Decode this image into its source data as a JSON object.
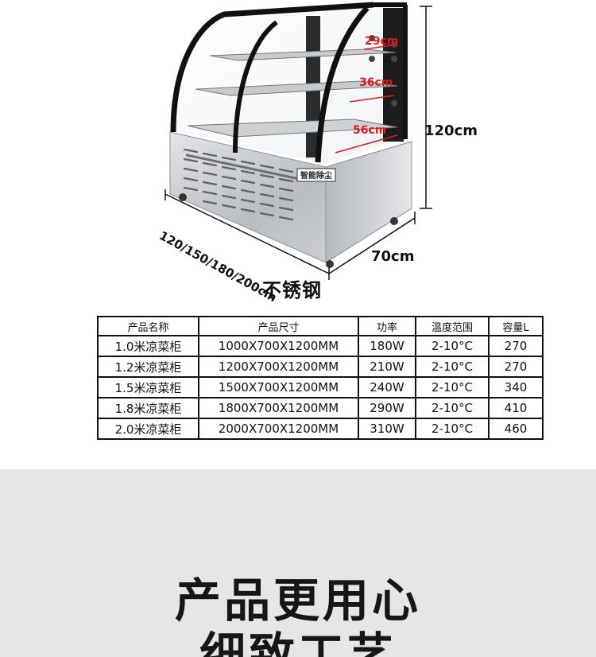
{
  "diagram": {
    "shelf_depths": [
      "29cm",
      "36cm",
      "56cm"
    ],
    "height_label": "120cm",
    "depth_label": "70cm",
    "width_label": "120/150/180/200cm",
    "badge_text": "智能除尘",
    "material_label": "不锈钢",
    "colors": {
      "dimension_red": "#e21b1b",
      "frame_black": "#111111",
      "steel": "#c9cccf"
    }
  },
  "spec_table": {
    "headers": [
      "产品名称",
      "产品尺寸",
      "功率",
      "温度范围",
      "容量L"
    ],
    "rows": [
      [
        "1.0米凉菜柜",
        "1000X700X1200MM",
        "180W",
        "2-10°C",
        "270"
      ],
      [
        "1.2米凉菜柜",
        "1200X700X1200MM",
        "210W",
        "2-10°C",
        "270"
      ],
      [
        "1.5米凉菜柜",
        "1500X700X1200MM",
        "240W",
        "2-10°C",
        "340"
      ],
      [
        "1.8米凉菜柜",
        "1800X700X1200MM",
        "290W",
        "2-10°C",
        "410"
      ],
      [
        "2.0米凉菜柜",
        "2000X700X1200MM",
        "310W",
        "2-10°C",
        "460"
      ]
    ]
  },
  "slogan": {
    "line1": "产品更用心",
    "line2": "细致工艺"
  }
}
